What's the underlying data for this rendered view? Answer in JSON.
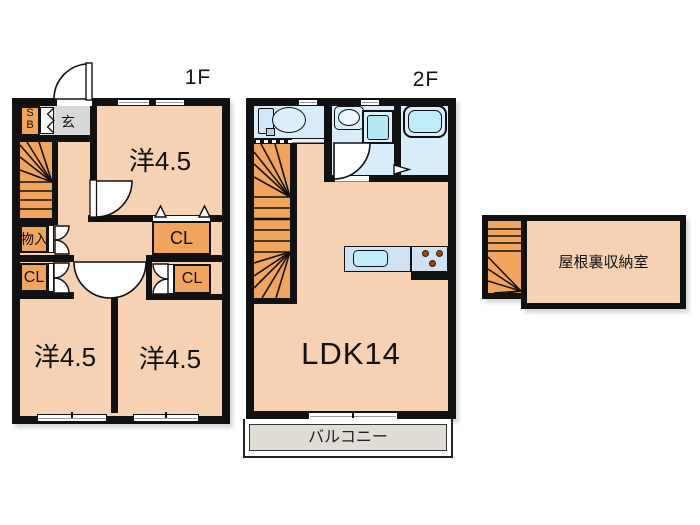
{
  "colors": {
    "wall": "#111111",
    "room_peach": "#f6d1b2",
    "closet_orange": "#f0a45c",
    "wet_room_blue": "#d9ecfa",
    "fixture_cyan": "#bfecf8",
    "kitchen_counter_blue": "#cfe2f4",
    "genkan_gray": "#d8d8d8",
    "balcony_gray": "#e0ddd6",
    "burner_brown": "#a04500"
  },
  "floor1": {
    "floor_label": "1F",
    "entrance_label": "玄",
    "shoe_box_line1": "S",
    "shoe_box_line2": "B",
    "storage_label": "物入",
    "closet_top_label": "CL",
    "closet_left_label": "CL",
    "closet_right_label": "CL",
    "bedroom_top_label": "洋4.5",
    "bedroom_left_label": "洋4.5",
    "bedroom_right_label": "洋4.5"
  },
  "floor2": {
    "floor_label": "2F",
    "ldk_label": "LDK14",
    "balcony_label": "バルコニー"
  },
  "attic": {
    "room_label": "屋根裏収納室"
  }
}
